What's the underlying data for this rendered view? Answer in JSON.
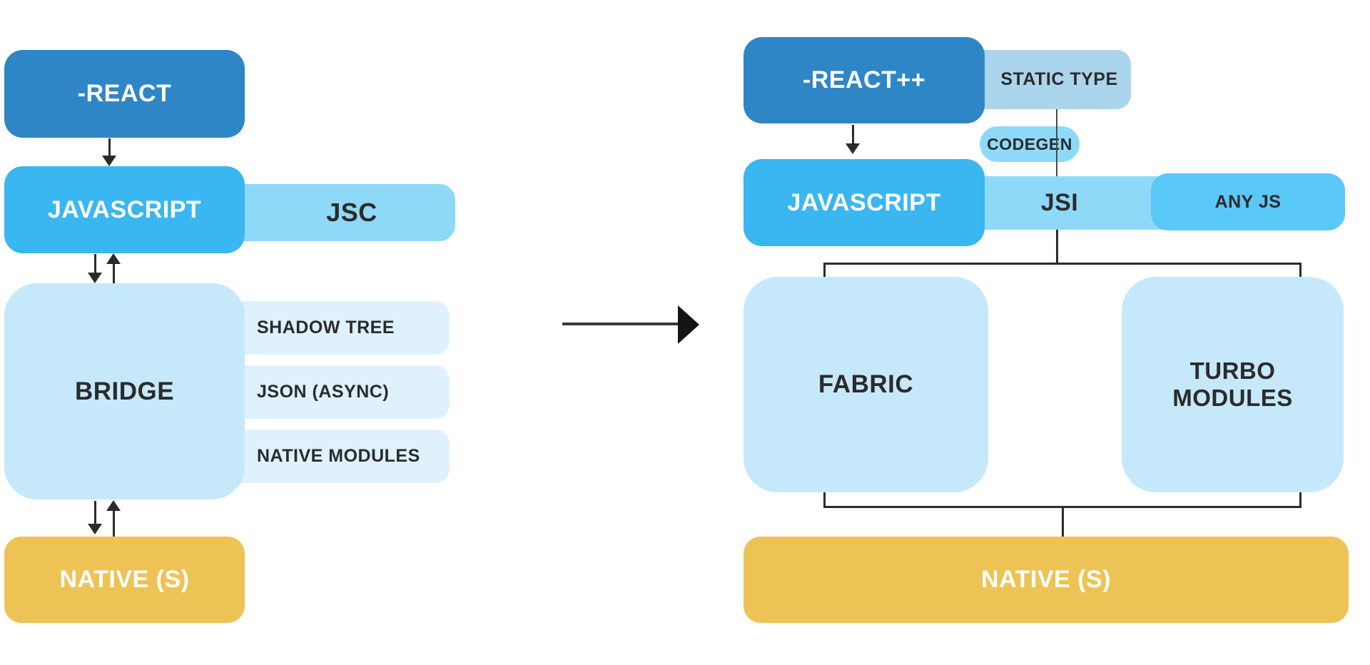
{
  "colors": {
    "dark_blue": "#2e86c6",
    "bright_blue": "#3ab6f0",
    "light_blue": "#8fd9f8",
    "pale_blue": "#c6e8fb",
    "palest_blue": "#def1fd",
    "muted_blue": "#abd5ed",
    "medium_blue": "#5ac8f6",
    "yellow": "#eec355",
    "line": "#2b2b2b",
    "dark_text": "#2b2b2b"
  },
  "left": {
    "react_label": "-REACT",
    "javascript_label": "JAVASCRIPT",
    "jsc_label": "JSC",
    "bridge_label": "BRIDGE",
    "shadow_tree_label": "SHADOW TREE",
    "json_async_label": "JSON (ASYNC)",
    "native_modules_label": "NATIVE MODULES",
    "native_label": "NATIVE (S)"
  },
  "right": {
    "react_label": "-REACT++",
    "static_type_label": "STATIC TYPE",
    "codegen_label": "CODEGEN",
    "javascript_label": "JAVASCRIPT",
    "jsi_label": "JSI",
    "any_js_label": "ANY JS",
    "fabric_label": "FABRIC",
    "turbo_modules_label": "TURBO MODULES",
    "native_label": "NATIVE (S)"
  }
}
